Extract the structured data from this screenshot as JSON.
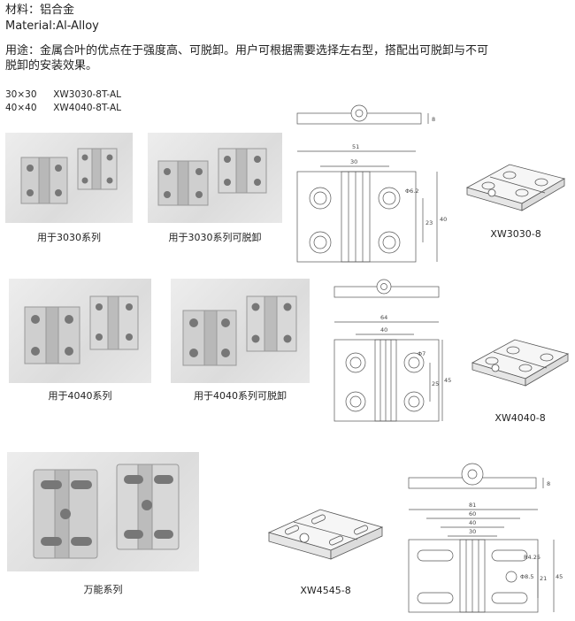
{
  "material": {
    "cn": "材料：铝合金",
    "en": "Material:Al-Alloy"
  },
  "usage": {
    "line1": "用途：金属合叶的优点在于强度高、可脱卸。用户可根据需要选择左右型，搭配出可脱卸与不可",
    "line2": "脱卸的安装效果。"
  },
  "models": [
    {
      "size": "30×30",
      "code": "XW3030-8T-AL"
    },
    {
      "size": "40×40",
      "code": "XW4040-8T-AL"
    }
  ],
  "captions": {
    "p3030": "用于3030系列",
    "p3030d": "用于3030系列可脱卸",
    "p4040": "用于4040系列",
    "p4040d": "用于4040系列可脱卸",
    "universal": "万能系列",
    "xw3030": "XW3030-8",
    "xw4040": "XW4040-8",
    "xw4545": "XW4545-8"
  },
  "dims": {
    "d1": {
      "h": "8",
      "w": "51",
      "c": "30",
      "hole": "Φ6.2",
      "v1": "23",
      "v2": "40"
    },
    "d2": {
      "w": "64",
      "c": "40",
      "hole": "Φ7",
      "v1": "25",
      "v2": "45"
    },
    "d3": {
      "h": "8",
      "w": "81",
      "c1": "60",
      "c2": "40",
      "c3": "30",
      "r": "R4.25",
      "hole": "Φ8.5",
      "v1": "21",
      "v2": "45"
    }
  }
}
